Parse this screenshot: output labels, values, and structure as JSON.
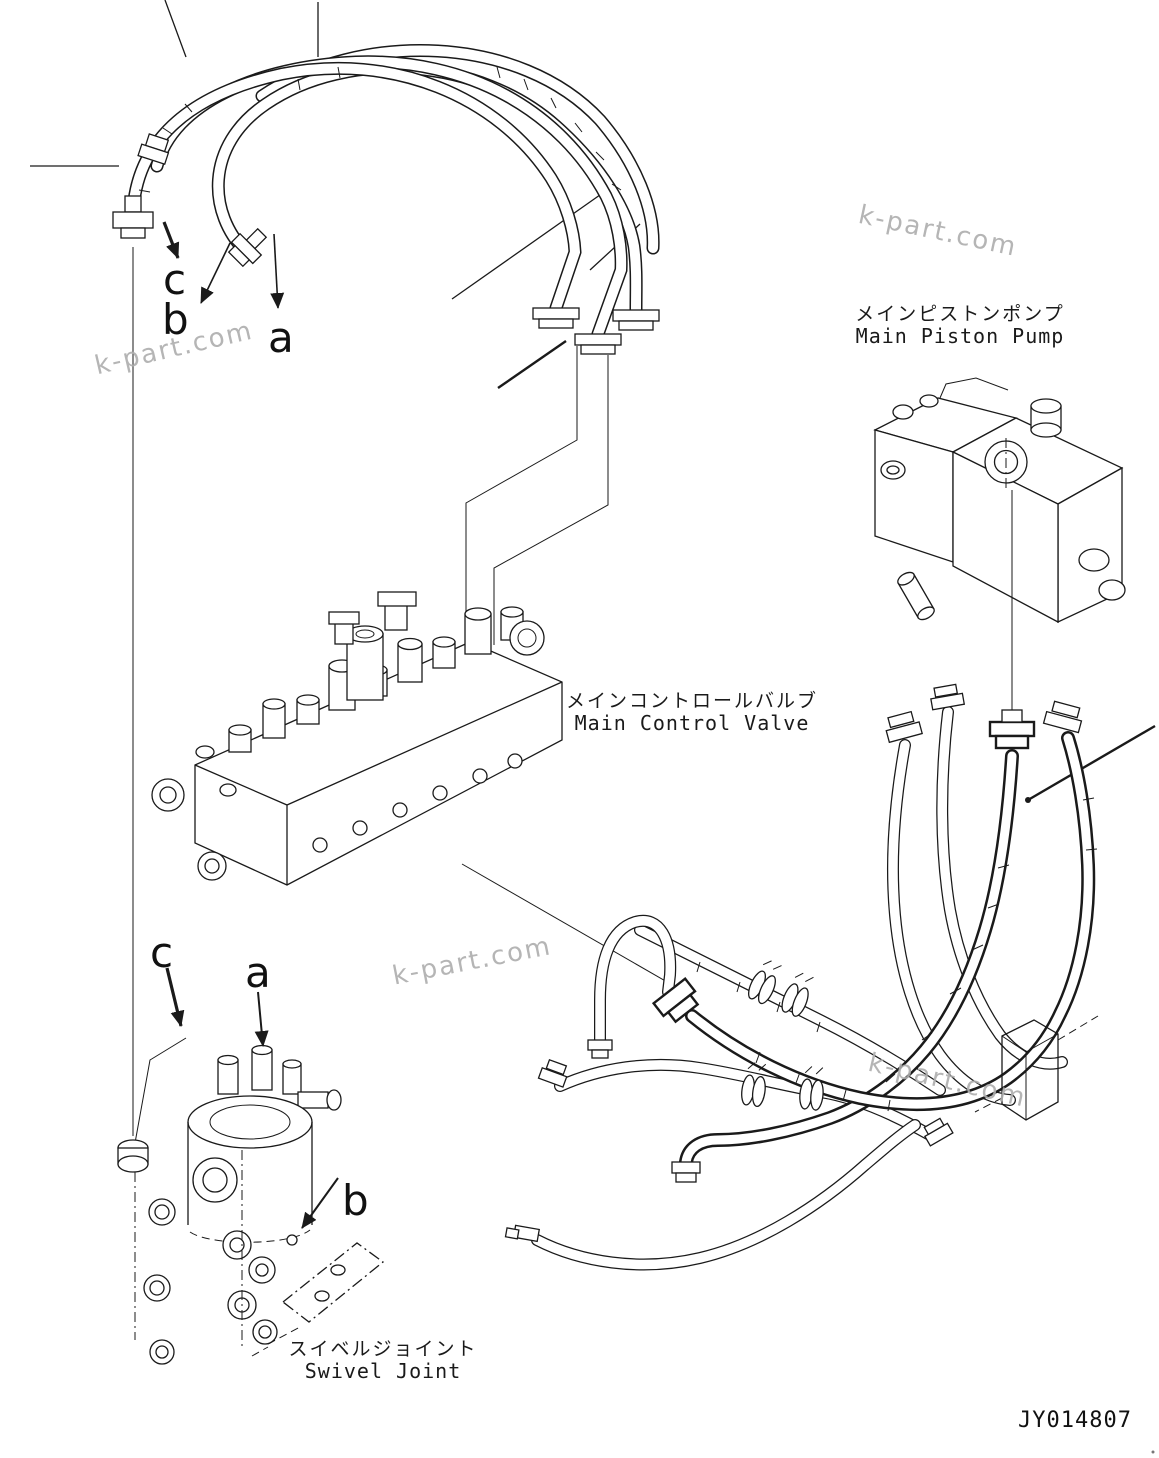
{
  "figure": {
    "type": "hydraulic-piping-parts-diagram",
    "drawing_number": "JY014807",
    "watermark_text": "k-part.com",
    "background_color": "#ffffff",
    "line_color": "#1a1a1a",
    "watermark_color": "#adadad"
  },
  "components": {
    "main_piston_pump": {
      "label_jp": "メインピストンポンプ",
      "label_en": "Main Piston Pump"
    },
    "main_control_valve": {
      "label_jp": "メインコントロールバルブ",
      "label_en": "Main Control Valve"
    },
    "swivel_joint": {
      "label_jp": "スイベルジョイント",
      "label_en": "Swivel Joint"
    }
  },
  "callouts": {
    "top": {
      "a": "a",
      "b": "b",
      "c": "c"
    },
    "bottom": {
      "a": "a",
      "b": "b",
      "c": "c"
    }
  }
}
